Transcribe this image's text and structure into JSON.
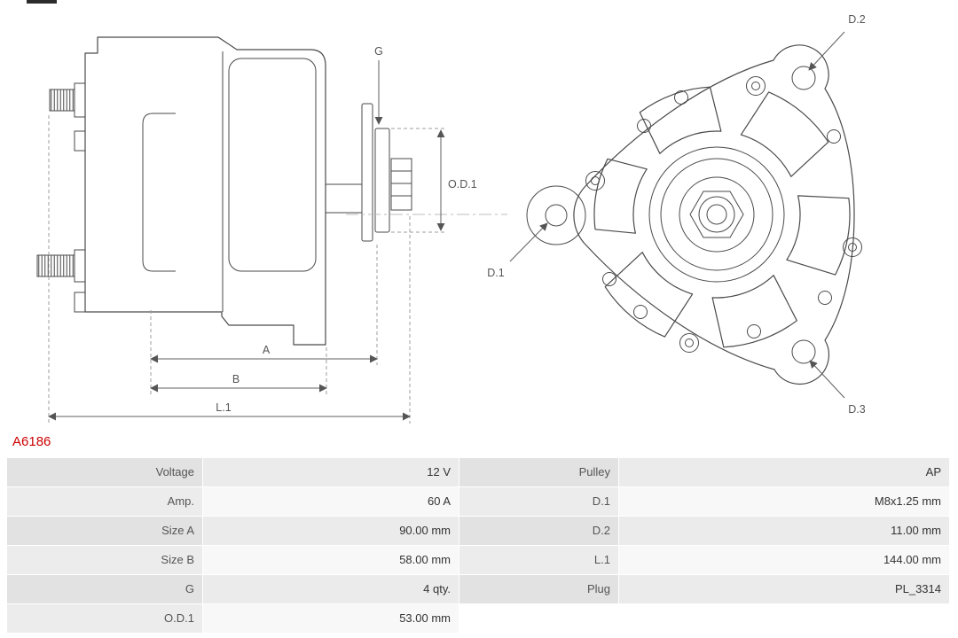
{
  "page": {
    "background": "#ffffff",
    "accent_color": "#cc0000"
  },
  "part_number": "A6186",
  "drawing": {
    "labels": {
      "g": "G",
      "od1": "O.D.1",
      "a": "A",
      "b": "B",
      "l1": "L.1",
      "d1": "D.1",
      "d2": "D.2",
      "d3": "D.3"
    }
  },
  "specs": {
    "rows": [
      {
        "label1": "Voltage",
        "value1": "12 V",
        "label2": "Pulley",
        "value2": "AP"
      },
      {
        "label1": "Amp.",
        "value1": "60 A",
        "label2": "D.1",
        "value2": "M8x1.25 mm"
      },
      {
        "label1": "Size A",
        "value1": "90.00 mm",
        "label2": "D.2",
        "value2": "11.00 mm"
      },
      {
        "label1": "Size B",
        "value1": "58.00 mm",
        "label2": "L.1",
        "value2": "144.00 mm"
      },
      {
        "label1": "G",
        "value1": "4 qty.",
        "label2": "Plug",
        "value2": "PL_3314"
      },
      {
        "label1": "O.D.1",
        "value1": "53.00 mm",
        "label2": "",
        "value2": ""
      }
    ]
  }
}
